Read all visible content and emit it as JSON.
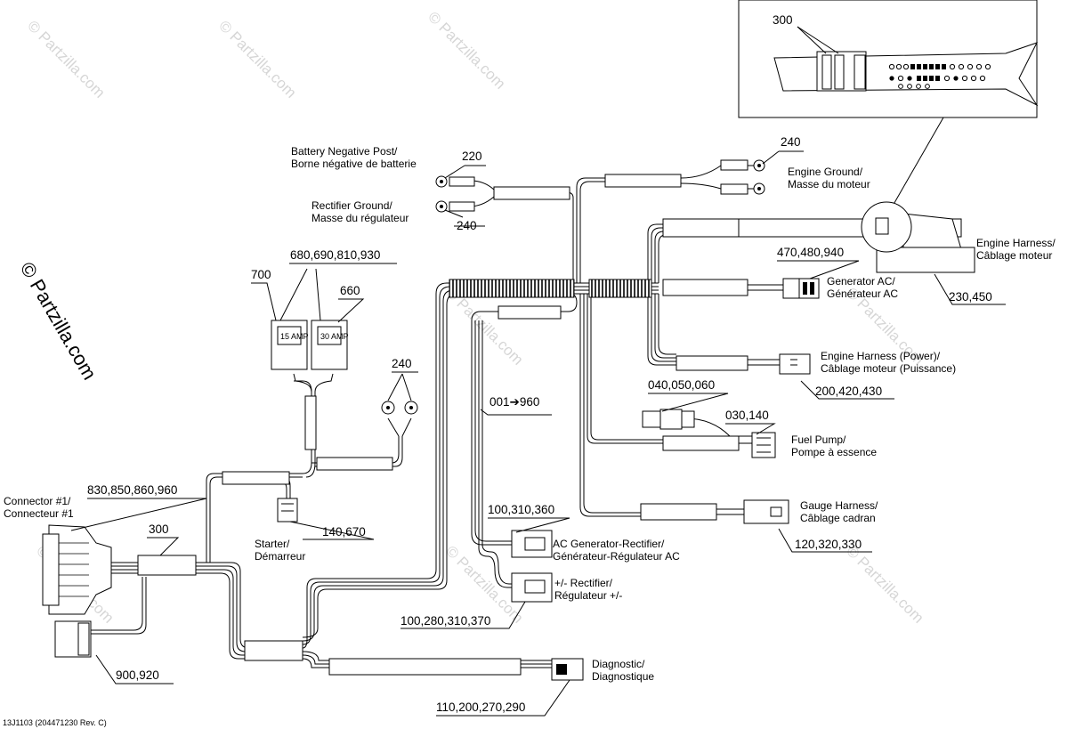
{
  "watermark": {
    "vertical_text": "© Partzilla.com",
    "repeat_text": "© Partzilla.com"
  },
  "reference": "13J1103 (204471230 Rev. C)",
  "callouts": {
    "c300_top": "300",
    "c220": "220",
    "c240_battery": "240",
    "c240_engine": "240",
    "c680": "680,690,810,930",
    "c700": "700",
    "c660": "660",
    "c240_ring": "240",
    "c470": "470,480,940",
    "c230": "230,450",
    "c200": "200,420,430",
    "c040": "040,050,060",
    "c030": "030,140",
    "c001": "001➔960",
    "c830": "830,850,860,960",
    "c300_main": "300",
    "c140": "140,670",
    "c100a": "100,310,360",
    "c100b": "100,280,310,370",
    "c120": "120,320,330",
    "c900": "900,920",
    "c110": "110,200,270,290"
  },
  "labels": {
    "battery_negative": [
      "Battery Negative Post/",
      "Borne négative de batterie"
    ],
    "rectifier_ground": [
      "Rectifier Ground/",
      "Masse du régulateur"
    ],
    "engine_ground": [
      "Engine Ground/",
      "Masse du moteur"
    ],
    "engine_harness": [
      "Engine Harness/",
      "Câblage moteur"
    ],
    "generator_ac": [
      "Generator AC/",
      "Générateur AC"
    ],
    "engine_harness_power": [
      "Engine Harness (Power)/",
      "Câblage moteur (Puissance)"
    ],
    "fuel_pump": [
      "Fuel Pump/",
      "Pompe à essence"
    ],
    "gauge_harness": [
      "Gauge Harness/",
      "Câblage cadran"
    ],
    "ac_gen_rectifier": [
      "AC Generator-Rectifier/",
      "Générateur-Régulateur AC"
    ],
    "rectifier_pm": [
      "+/- Rectifier/",
      "Régulateur +/-"
    ],
    "diagnostic": [
      "Diagnostic/",
      "Diagnostique"
    ],
    "starter": [
      "Starter/",
      "Démarreur"
    ],
    "connector1": [
      "Connector #1/",
      "Connecteur #1"
    ]
  },
  "fuse_labels": {
    "left": "15 AMP",
    "right": "30 AMP"
  }
}
